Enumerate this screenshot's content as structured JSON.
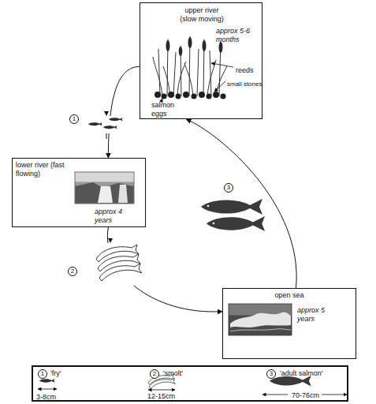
{
  "diagram": {
    "nodes": [
      {
        "text": [
          "upper river (slow moving)",
          "approx 5-6 months",
          "reeds",
          "small stones",
          "salmon eggs"
        ]
      },
      {
        "text": [
          "lower river (fast flowing)",
          "approx 4 years"
        ]
      },
      {
        "text": [
          "open sea",
          "approx 5 years"
        ]
      },
      {
        "text": [
          "1",
          "'fry'",
          "3-8cm",
          "2",
          "'smolt'",
          "12-15cm",
          "3",
          "'adult salmon'",
          "70-76cm"
        ]
      }
    ],
    "edges": [
      {
        "from": 0,
        "to": 1,
        "arrow": "to"
      },
      {
        "from": 1,
        "to": 2,
        "arrow": "to"
      },
      {
        "from": 2,
        "to": 0,
        "arrow": "to"
      }
    ],
    "labels": [
      "1",
      "2",
      "3"
    ]
  }
}
